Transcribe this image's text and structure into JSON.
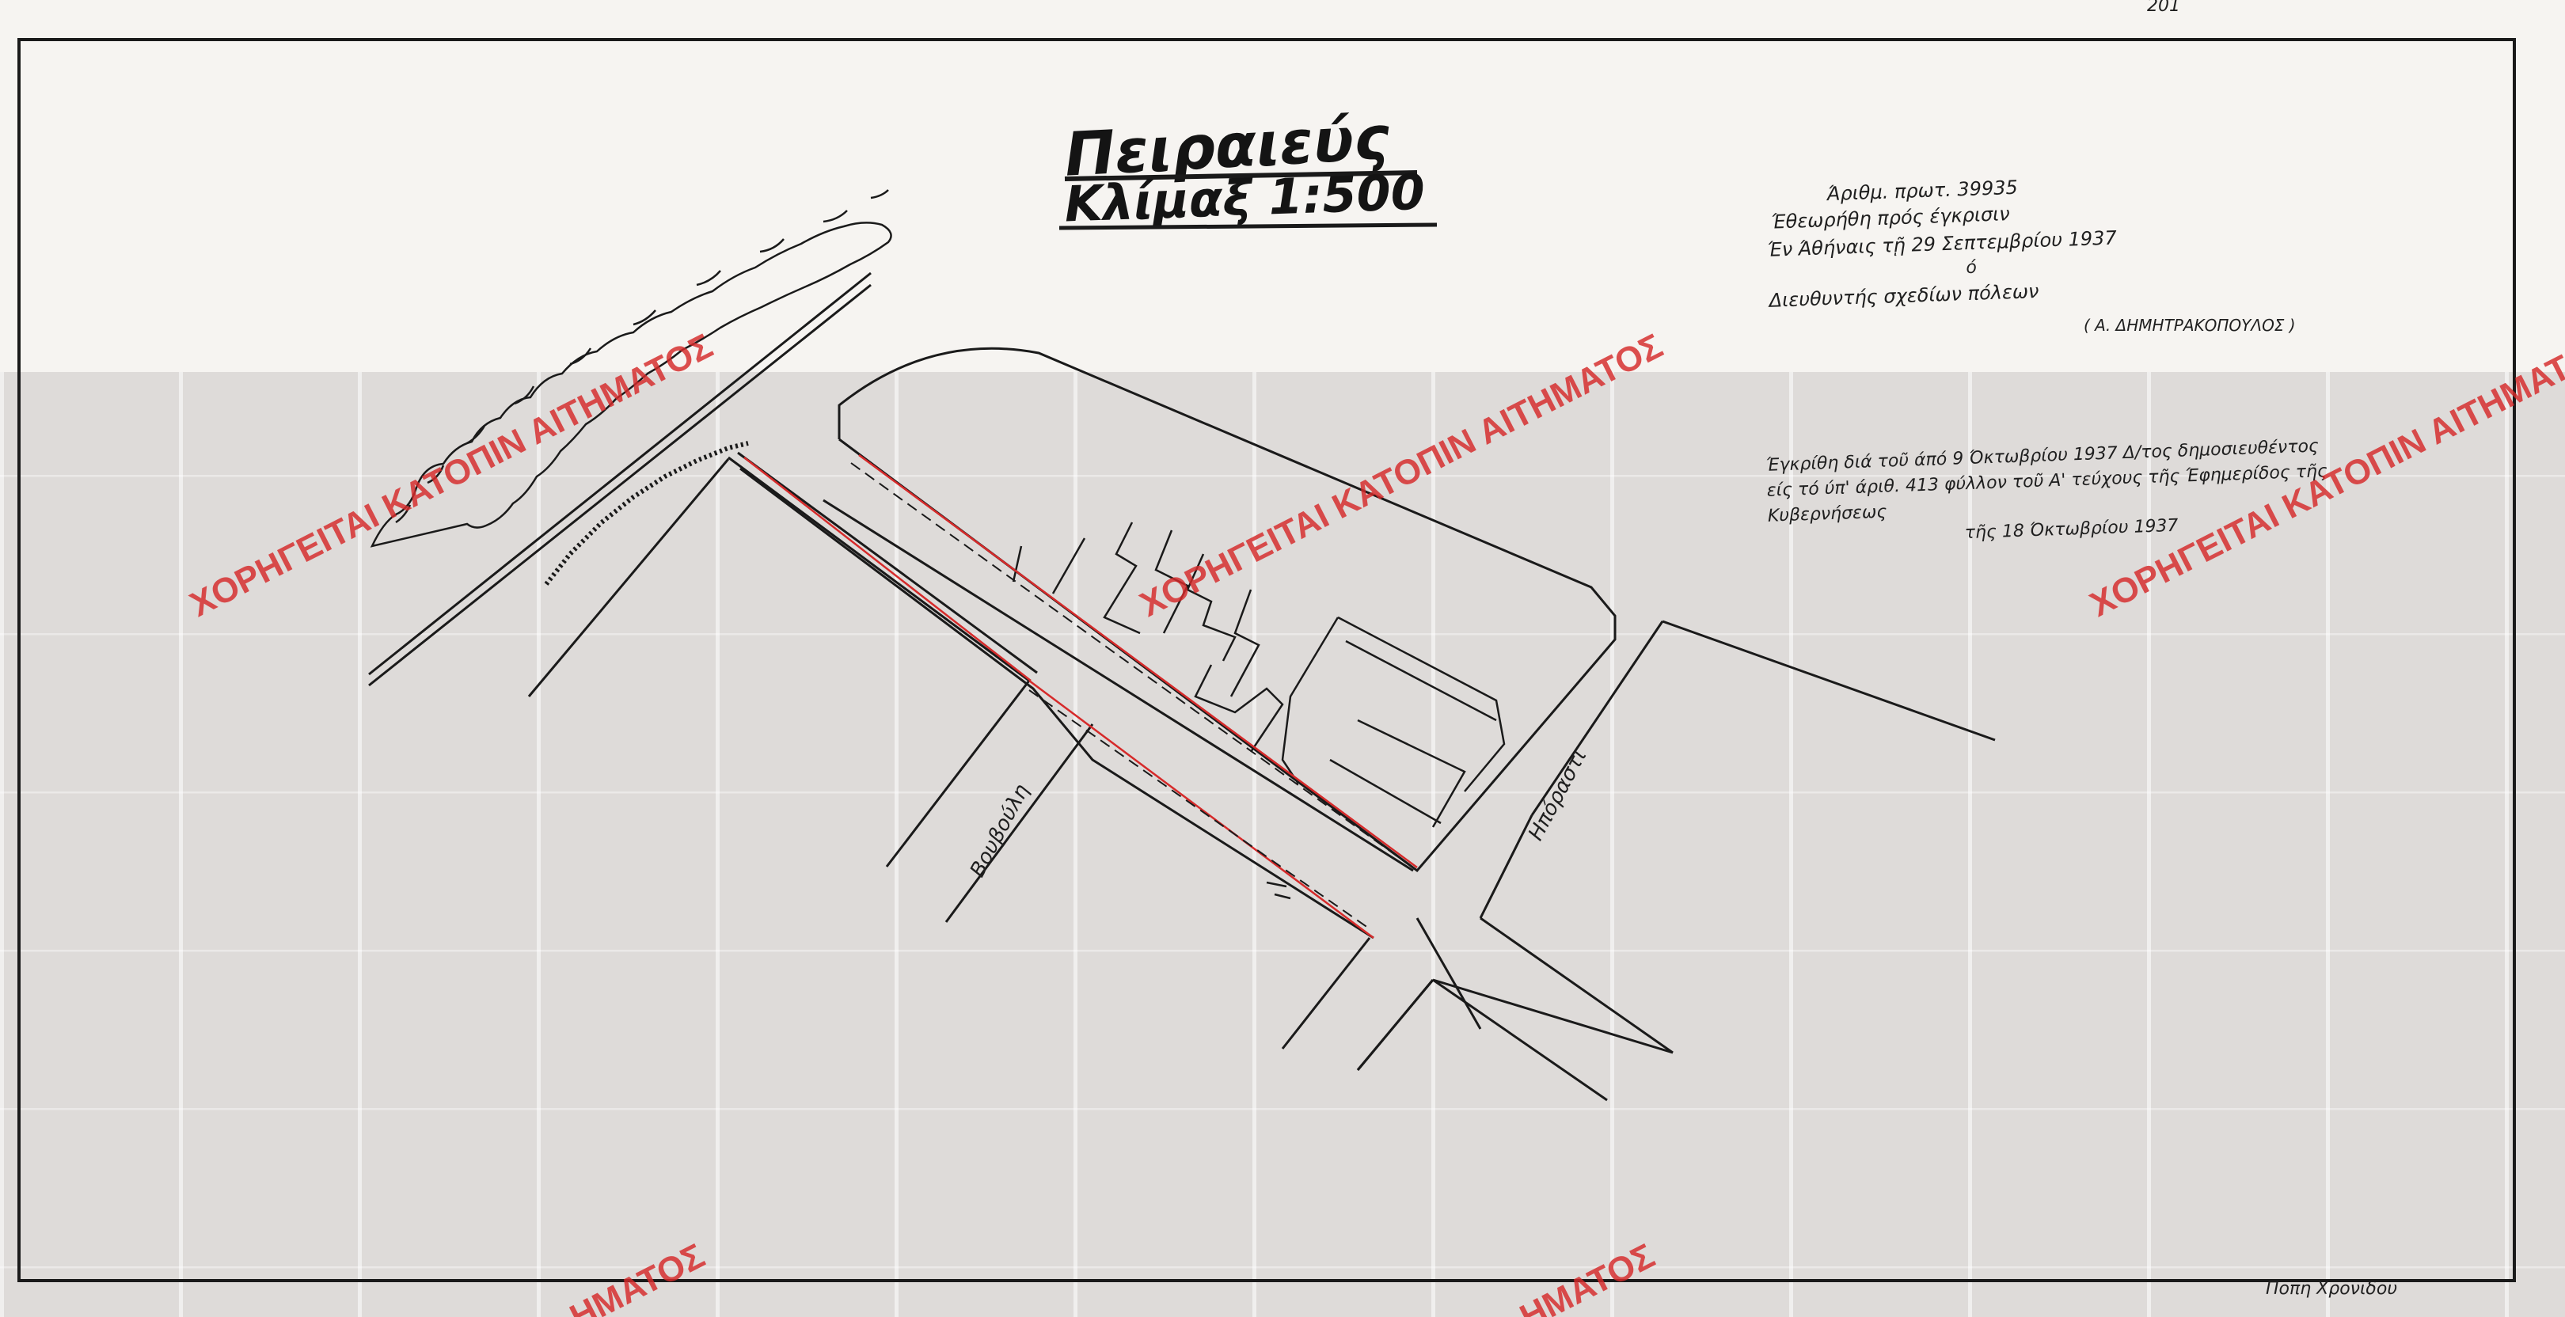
{
  "title": "Πειραιεύς",
  "scale": "Κλίμαξ 1:500",
  "approval": {
    "reference": "Άριθμ. πρωτ. 39935",
    "line1": "Έθεωρήθη πρός έγκρισιν",
    "line2": "Έν Άθήναις τῇ 29 Σεπτεμβρίου 1937",
    "line3": "ό",
    "line4": "Διευθυντής σχεδίων πόλεων",
    "signature": "( Α. ΔΗΜΗΤΡΑΚΟΠΟΥΛΟΣ )"
  },
  "decree": {
    "line1": "Έγκρίθη διά τοῦ άπό 9 Όκτωβρίου 1937 Δ/τος δημοσιευθέντος",
    "line2": "είς τό ύπ' άριθ. 413 φύλλον τοῦ Α' τεύχους τῆς Έφημερίδος τῆς",
    "line3": "Κυβερνήσεως",
    "line4": "τῆς 18 Όκτωβρίου 1937"
  },
  "streets": [
    "Βουβούλη",
    "Ηπόραστι"
  ],
  "footer_name": "Ποπη Χρονιδου",
  "corner_mark": "201",
  "watermark": "ΧΟΡΗΓΕΙΤΑΙ ΚΑΤΟΠΙΝ ΑΙΤΗΜΑΤΟΣ",
  "watermark_partial": "ΗΜΑΤΟΣ",
  "colors": {
    "ink": "#1a1a1a",
    "regulation_line": "#d62a2a",
    "watermark": "#d62a2a"
  }
}
